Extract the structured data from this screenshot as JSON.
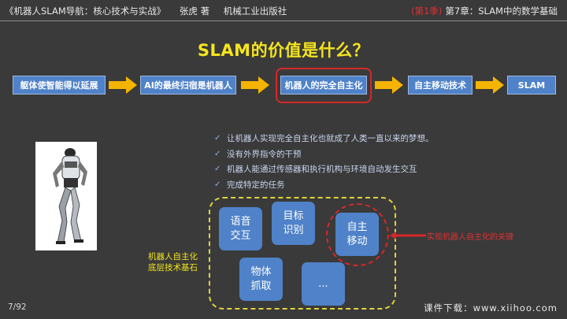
{
  "header": {
    "book_title": "《机器人SLAM导航：核心技术与实战》",
    "author": "张虎 著",
    "publisher": "机械工业出版社",
    "season": "(第1季)",
    "chapter": "第7章：SLAM中的数学基础"
  },
  "title": "SLAM的价值是什么？",
  "flow": [
    {
      "label": "躯体使智能得以延展"
    },
    {
      "label": "AI的最终归宿是机器人"
    },
    {
      "label": "机器人的完全自主化"
    },
    {
      "label": "自主移动技术"
    },
    {
      "label": "SLAM"
    }
  ],
  "bullets": [
    "让机器人实现完全自主化也就成了人类一直以来的梦想。",
    "没有外界指令的干预",
    "机器人能通过传感器和执行机构与环境自动发生交互",
    "完成特定的任务"
  ],
  "tiles": {
    "speech": "语音\n交互",
    "target": "目标\n识别",
    "autonomous": "自主\n移动",
    "grasp": "物体\n抓取",
    "more": "..."
  },
  "key_label": "实现机器人自主化的关键",
  "side_label": "机器人自主化\n底层技术基石",
  "page": "7/92",
  "footer": "课件下载：www.xiihoo.com",
  "colors": {
    "background": "#3a3a3a",
    "title": "#f5e51f",
    "box": "#4f82c8",
    "arrow": "#f5b400",
    "highlight": "#d62828"
  }
}
